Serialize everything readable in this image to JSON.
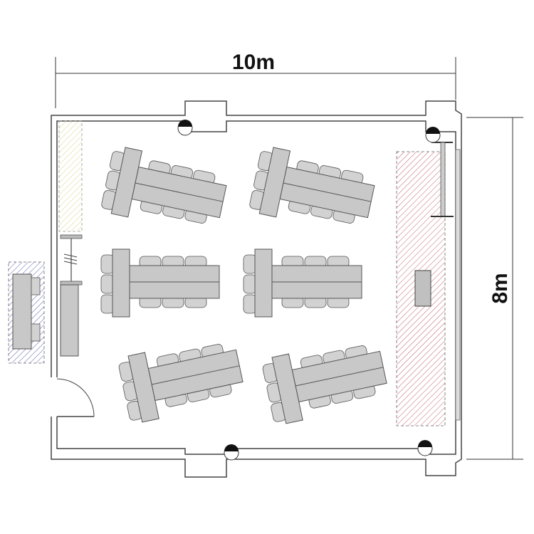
{
  "floor_plan": {
    "width_label": "10m",
    "height_label": "8m",
    "colors": {
      "stage_hatch": "#c06070",
      "side_hatch": "#d8d080",
      "outside_hatch": "#6060b0",
      "furniture": "#c8c8c8"
    },
    "table_groups": 6,
    "seats_per_group": 9
  }
}
